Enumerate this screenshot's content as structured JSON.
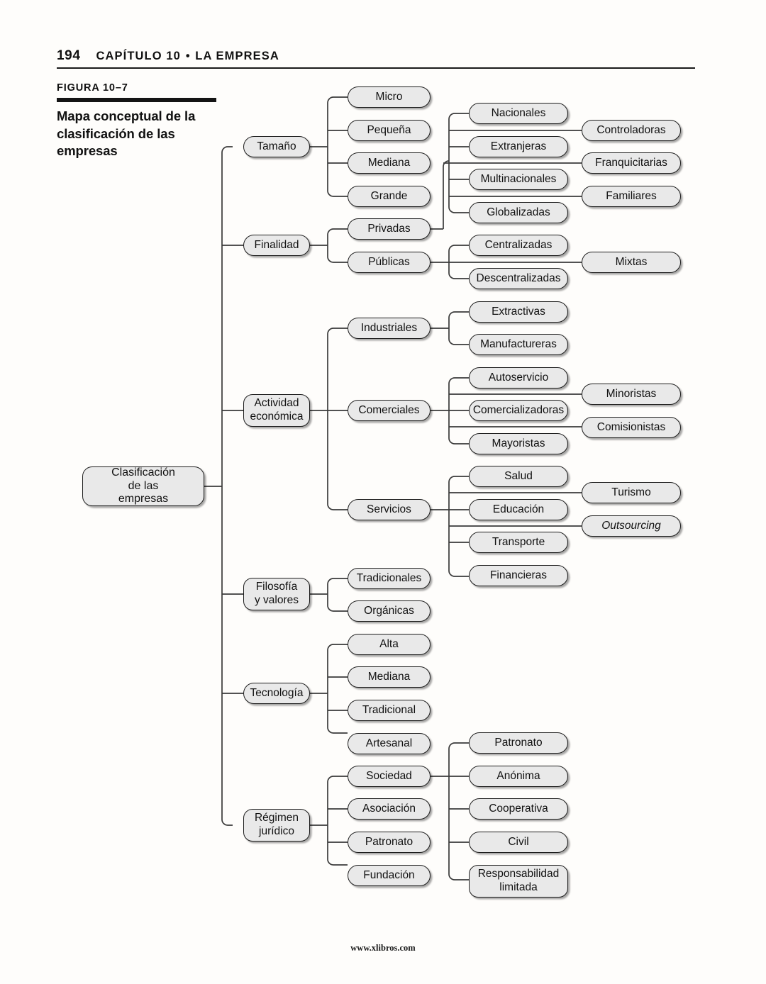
{
  "page": {
    "number": "194",
    "chapter": "CAPÍTULO 10",
    "separator": "•",
    "section": "LA EMPRESA",
    "footer": "www.xlibros.com"
  },
  "figure": {
    "label": "FIGURA 10–7",
    "title": "Mapa conceptual de la clasificación de las empresas"
  },
  "colors": {
    "node_fill": "#e9e9e9",
    "node_stroke": "#1d1d1d",
    "wire": "#3a3a3a",
    "rule": "#1a1a1a",
    "page_bg": "#fefdfb"
  },
  "chart_data": {
    "type": "diagram",
    "title": "Mapa conceptual de la clasificación de las empresas",
    "root": "Clasificación de las empresas",
    "levels": 4,
    "nodes": {
      "root": "Clasificación\nde las\nempresas",
      "level1": [
        "Tamaño",
        "Finalidad",
        "Actividad económica",
        "Filosofía y valores",
        "Tecnología",
        "Régimen jurídico"
      ],
      "level2": [
        "Micro",
        "Pequeña",
        "Mediana",
        "Grande",
        "Privadas",
        "Públicas",
        "Industriales",
        "Comerciales",
        "Servicios",
        "Tradicionales",
        "Orgánicas",
        "Alta",
        "Mediana",
        "Tradicional",
        "Artesanal",
        "Sociedad",
        "Asociación",
        "Patronato",
        "Fundación"
      ],
      "level3": [
        "Nacionales",
        "Extranjeras",
        "Multinacionales",
        "Globalizadas",
        "Centralizadas",
        "Descentralizadas",
        "Extractivas",
        "Manufactureras",
        "Autoservicio",
        "Comercializadoras",
        "Mayoristas",
        "Salud",
        "Educación",
        "Transporte",
        "Financieras",
        "Patronato",
        "Anónima",
        "Cooperativa",
        "Civil",
        "Responsabilidad limitada"
      ],
      "level4": [
        "Controladoras",
        "Franquicitarias",
        "Familiares",
        "Mixtas",
        "Minoristas",
        "Comisionistas",
        "Turismo",
        "Outsourcing"
      ]
    },
    "edges": [
      {
        "from": "Clasificación de las empresas",
        "to": "Tamaño"
      },
      {
        "from": "Clasificación de las empresas",
        "to": "Finalidad"
      },
      {
        "from": "Clasificación de las empresas",
        "to": "Actividad económica"
      },
      {
        "from": "Clasificación de las empresas",
        "to": "Filosofía y valores"
      },
      {
        "from": "Clasificación de las empresas",
        "to": "Tecnología"
      },
      {
        "from": "Clasificación de las empresas",
        "to": "Régimen jurídico"
      },
      {
        "from": "Tamaño",
        "to": "Micro"
      },
      {
        "from": "Tamaño",
        "to": "Pequeña"
      },
      {
        "from": "Tamaño",
        "to": "Mediana"
      },
      {
        "from": "Tamaño",
        "to": "Grande"
      },
      {
        "from": "Finalidad",
        "to": "Privadas"
      },
      {
        "from": "Finalidad",
        "to": "Públicas"
      },
      {
        "from": "Privadas",
        "to": "Nacionales"
      },
      {
        "from": "Privadas",
        "to": "Extranjeras"
      },
      {
        "from": "Privadas",
        "to": "Multinacionales"
      },
      {
        "from": "Privadas",
        "to": "Globalizadas"
      },
      {
        "from": "Privadas",
        "to": "Controladoras"
      },
      {
        "from": "Privadas",
        "to": "Franquicitarias"
      },
      {
        "from": "Privadas",
        "to": "Familiares"
      },
      {
        "from": "Públicas",
        "to": "Centralizadas"
      },
      {
        "from": "Públicas",
        "to": "Descentralizadas"
      },
      {
        "from": "Públicas",
        "to": "Mixtas"
      },
      {
        "from": "Actividad económica",
        "to": "Industriales"
      },
      {
        "from": "Actividad económica",
        "to": "Comerciales"
      },
      {
        "from": "Actividad económica",
        "to": "Servicios"
      },
      {
        "from": "Industriales",
        "to": "Extractivas"
      },
      {
        "from": "Industriales",
        "to": "Manufactureras"
      },
      {
        "from": "Comerciales",
        "to": "Autoservicio"
      },
      {
        "from": "Comerciales",
        "to": "Comercializadoras"
      },
      {
        "from": "Comerciales",
        "to": "Mayoristas"
      },
      {
        "from": "Comerciales",
        "to": "Minoristas"
      },
      {
        "from": "Comerciales",
        "to": "Comisionistas"
      },
      {
        "from": "Servicios",
        "to": "Salud"
      },
      {
        "from": "Servicios",
        "to": "Educación"
      },
      {
        "from": "Servicios",
        "to": "Transporte"
      },
      {
        "from": "Servicios",
        "to": "Financieras"
      },
      {
        "from": "Servicios",
        "to": "Turismo"
      },
      {
        "from": "Servicios",
        "to": "Outsourcing"
      },
      {
        "from": "Filosofía y valores",
        "to": "Tradicionales"
      },
      {
        "from": "Filosofía y valores",
        "to": "Orgánicas"
      },
      {
        "from": "Tecnología",
        "to": "Alta"
      },
      {
        "from": "Tecnología",
        "to": "Mediana"
      },
      {
        "from": "Tecnología",
        "to": "Tradicional"
      },
      {
        "from": "Tecnología",
        "to": "Artesanal"
      },
      {
        "from": "Régimen jurídico",
        "to": "Sociedad"
      },
      {
        "from": "Régimen jurídico",
        "to": "Asociación"
      },
      {
        "from": "Régimen jurídico",
        "to": "Patronato"
      },
      {
        "from": "Régimen jurídico",
        "to": "Fundación"
      },
      {
        "from": "Sociedad",
        "to": "Patronato"
      },
      {
        "from": "Sociedad",
        "to": "Anónima"
      },
      {
        "from": "Sociedad",
        "to": "Cooperativa"
      },
      {
        "from": "Sociedad",
        "to": "Civil"
      },
      {
        "from": "Sociedad",
        "to": "Responsabilidad limitada"
      }
    ]
  },
  "boxes": {
    "root": {
      "text": "Clasificación\nde las\nempresas"
    },
    "tamano": {
      "text": "Tamaño"
    },
    "finalidad": {
      "text": "Finalidad"
    },
    "actividad": {
      "text": "Actividad\neconómica"
    },
    "filosofia": {
      "text": "Filosofía\ny valores"
    },
    "tecnologia": {
      "text": "Tecnología"
    },
    "regimen": {
      "text": "Régimen\njurídico"
    },
    "micro": {
      "text": "Micro"
    },
    "pequena": {
      "text": "Pequeña"
    },
    "mediana1": {
      "text": "Mediana"
    },
    "grande": {
      "text": "Grande"
    },
    "privadas": {
      "text": "Privadas"
    },
    "publicas": {
      "text": "Públicas"
    },
    "industriales": {
      "text": "Industriales"
    },
    "comerciales": {
      "text": "Comerciales"
    },
    "servicios": {
      "text": "Servicios"
    },
    "tradicionales": {
      "text": "Tradicionales"
    },
    "organicas": {
      "text": "Orgánicas"
    },
    "alta": {
      "text": "Alta"
    },
    "mediana2": {
      "text": "Mediana"
    },
    "tradicional": {
      "text": "Tradicional"
    },
    "artesanal": {
      "text": "Artesanal"
    },
    "sociedad": {
      "text": "Sociedad"
    },
    "asociacion": {
      "text": "Asociación"
    },
    "patronato1": {
      "text": "Patronato"
    },
    "fundacion": {
      "text": "Fundación"
    },
    "nacionales": {
      "text": "Nacionales"
    },
    "extranjeras": {
      "text": "Extranjeras"
    },
    "multinacionales": {
      "text": "Multinacionales"
    },
    "globalizadas": {
      "text": "Globalizadas"
    },
    "centralizadas": {
      "text": "Centralizadas"
    },
    "descentralizadas": {
      "text": "Descentralizadas"
    },
    "extractivas": {
      "text": "Extractivas"
    },
    "manufactureras": {
      "text": "Manufactureras"
    },
    "autoservicio": {
      "text": "Autoservicio"
    },
    "comercializadoras": {
      "text": "Comercializadoras"
    },
    "mayoristas": {
      "text": "Mayoristas"
    },
    "salud": {
      "text": "Salud"
    },
    "educacion": {
      "text": "Educación"
    },
    "transporte": {
      "text": "Transporte"
    },
    "financieras": {
      "text": "Financieras"
    },
    "patronato2": {
      "text": "Patronato"
    },
    "anonima": {
      "text": "Anónima"
    },
    "cooperativa": {
      "text": "Cooperativa"
    },
    "civil": {
      "text": "Civil"
    },
    "responsabilidad": {
      "text": "Responsabilidad\nlimitada"
    },
    "controladoras": {
      "text": "Controladoras"
    },
    "franquicitarias": {
      "text": "Franquicitarias"
    },
    "familiares": {
      "text": "Familiares"
    },
    "mixtas": {
      "text": "Mixtas"
    },
    "minoristas": {
      "text": "Minoristas"
    },
    "comisionistas": {
      "text": "Comisionistas"
    },
    "turismo": {
      "text": "Turismo"
    },
    "outsourcing": {
      "text": "Outsourcing"
    }
  }
}
